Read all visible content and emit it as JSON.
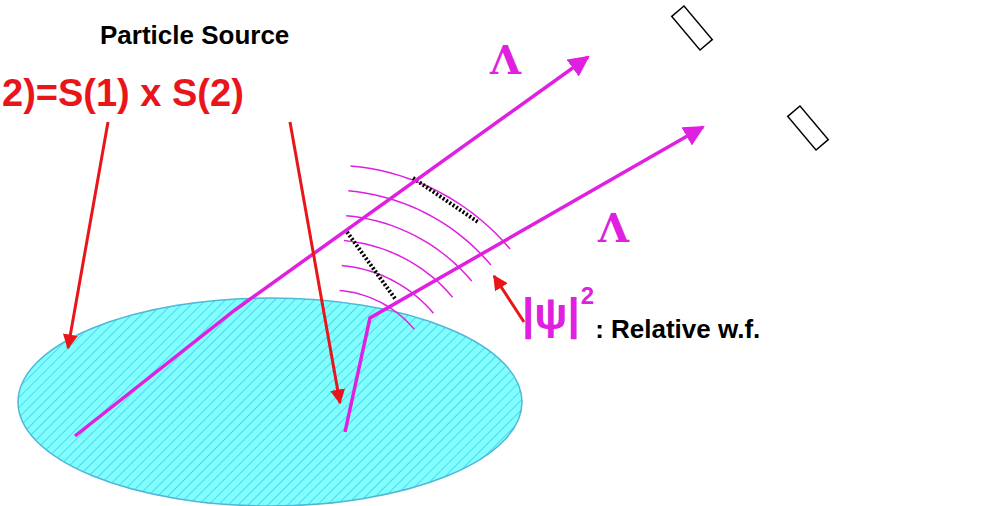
{
  "diagram": {
    "labels": [
      "Particle Source",
      "2)=S(1) x S(2)",
      "Λ",
      "Λ",
      "|ψ|",
      "2",
      ": Relative w.f."
    ]
  }
}
